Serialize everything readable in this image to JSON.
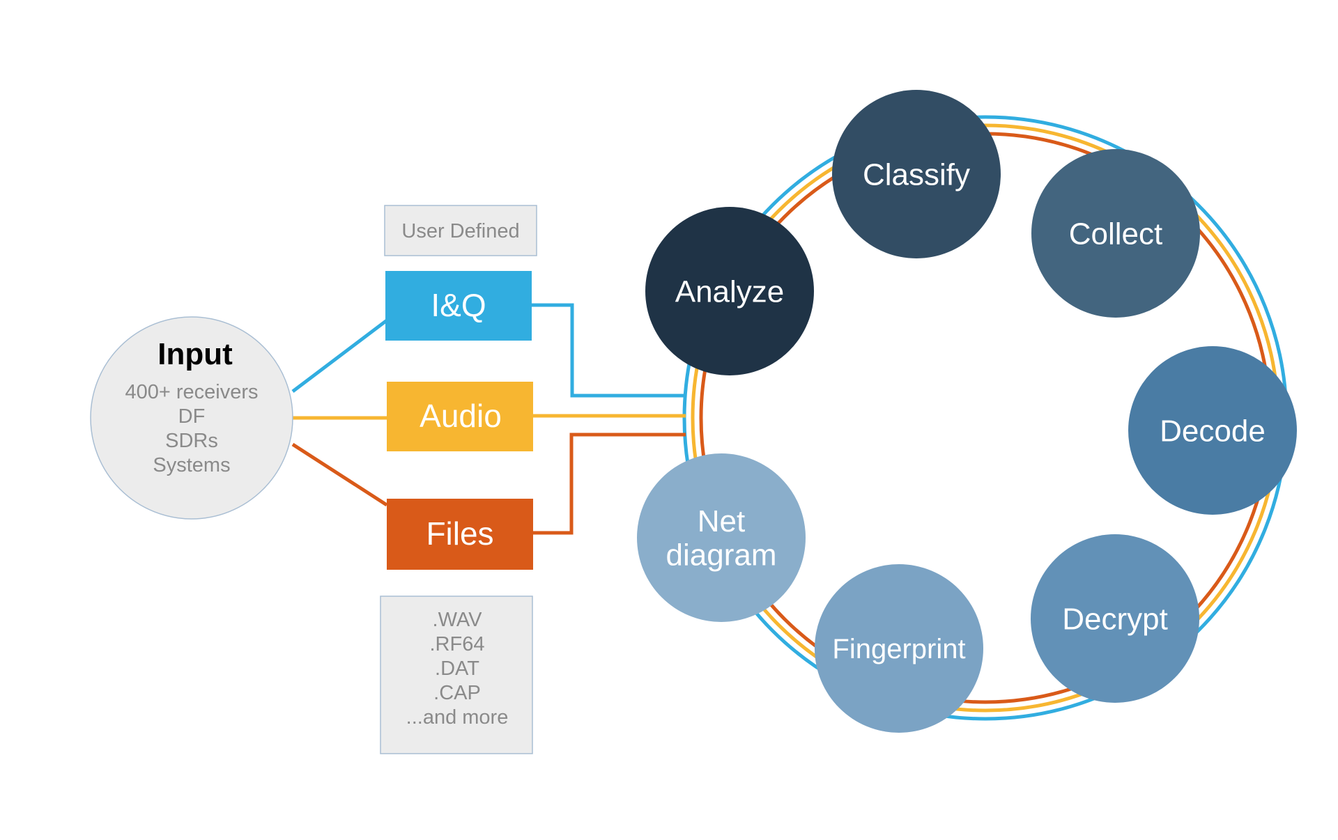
{
  "input": {
    "title": "Input",
    "lines": [
      "400+ receivers",
      "DF",
      "SDRs",
      "Systems"
    ]
  },
  "user_defined": {
    "label": "User Defined"
  },
  "sources": {
    "iq": {
      "label": "I&Q",
      "color": "#31ade0"
    },
    "audio": {
      "label": "Audio",
      "color": "#f7b631"
    },
    "files": {
      "label": "Files",
      "color": "#d95a19"
    }
  },
  "file_types": {
    "lines": [
      ".WAV",
      ".RF64",
      ".DAT",
      ".CAP",
      "...and more"
    ]
  },
  "cycle": {
    "nodes": [
      {
        "key": "analyze",
        "lines": [
          "Analyze"
        ],
        "color": "#1f3346"
      },
      {
        "key": "classify",
        "lines": [
          "Classify"
        ],
        "color": "#324d64"
      },
      {
        "key": "collect",
        "lines": [
          "Collect"
        ],
        "color": "#43657f"
      },
      {
        "key": "decode",
        "lines": [
          "Decode"
        ],
        "color": "#4a7ca4"
      },
      {
        "key": "decrypt",
        "lines": [
          "Decrypt"
        ],
        "color": "#6291b7"
      },
      {
        "key": "fingerprint",
        "lines": [
          "Fingerprint"
        ],
        "color": "#7ba3c4"
      },
      {
        "key": "net-diagram",
        "lines": [
          "Net",
          "diagram"
        ],
        "color": "#8aaecb"
      }
    ]
  },
  "colors": {
    "box_gray": "#ececec",
    "box_border": "#a9bed3",
    "gray_text": "#8a8a8a"
  }
}
